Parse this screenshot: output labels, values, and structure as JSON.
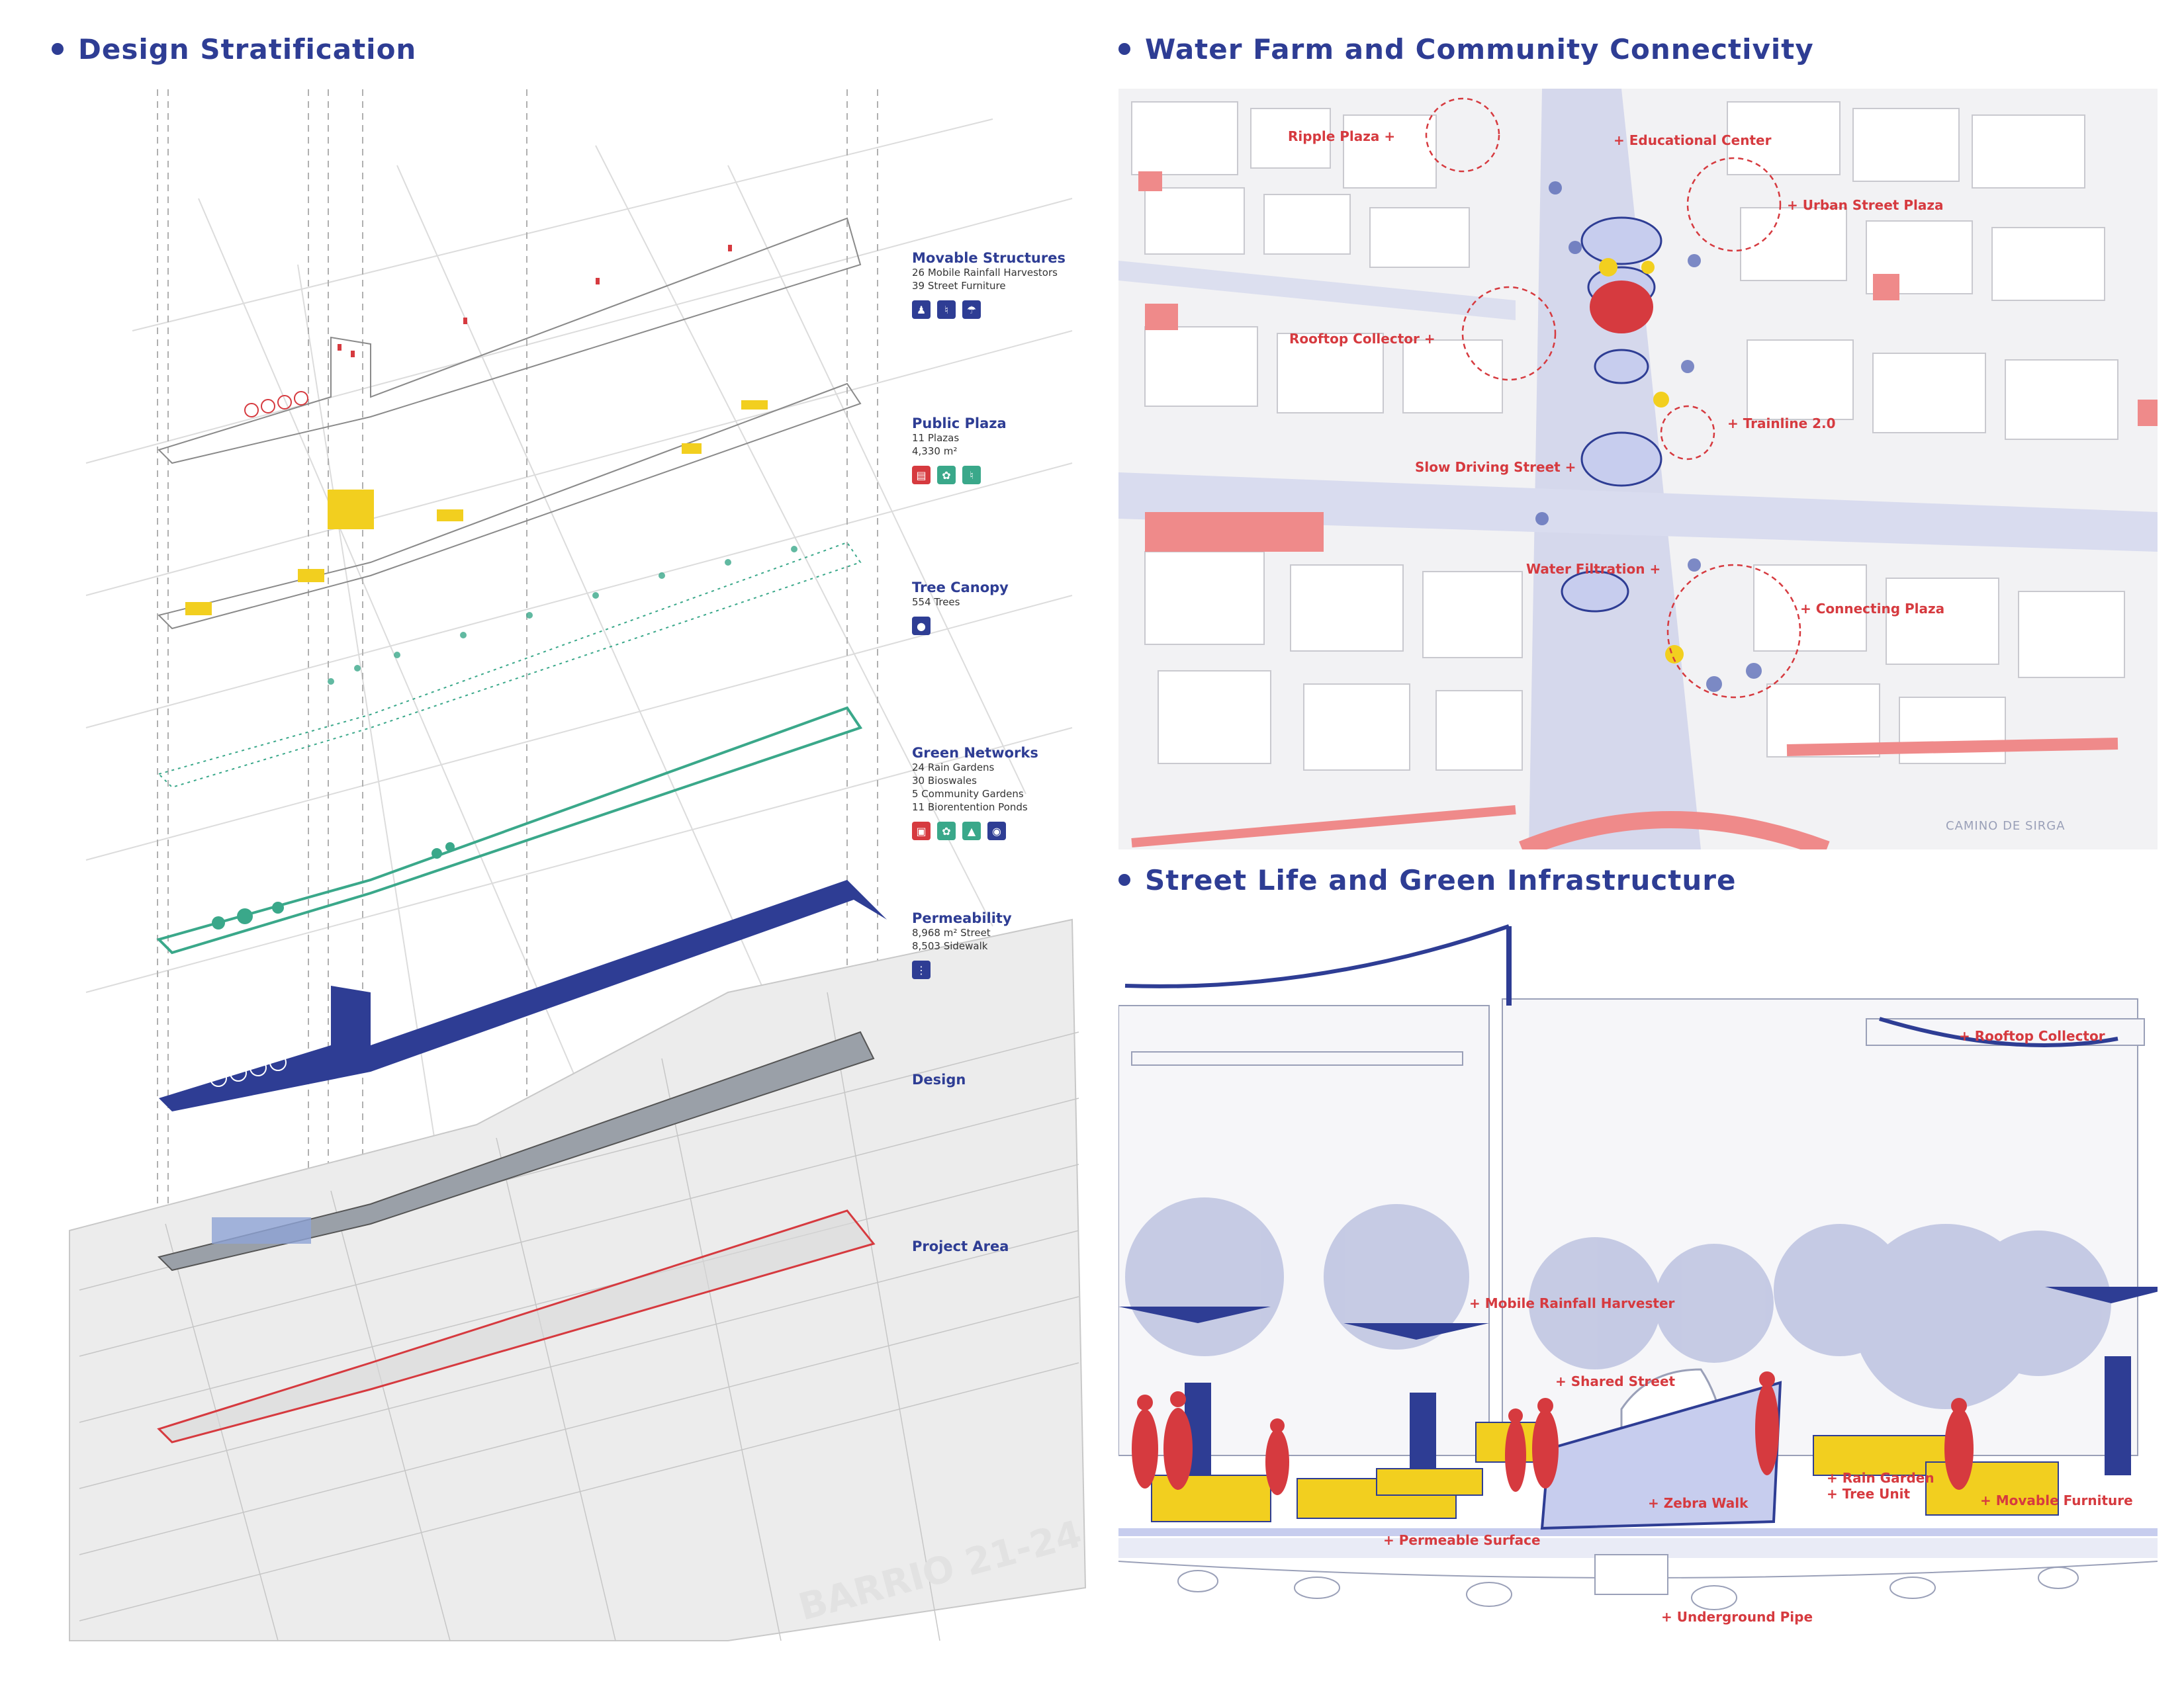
{
  "sections": {
    "left_title": "Design Stratification",
    "top_right_title": "Water Farm and Community Connectivity",
    "bottom_right_title": "Street Life and Green Infrastructure"
  },
  "legend": [
    {
      "title": "Movable Structures",
      "lines": [
        "26 Mobile Rainfall Harvestors",
        "39 Street Furniture"
      ],
      "icon_color": "#2e3d94",
      "icons": [
        "person-seated-icon",
        "bench-icon",
        "harvester-icon"
      ]
    },
    {
      "title": "Public Plaza",
      "lines": [
        "11 Plazas",
        "4,330 m²"
      ],
      "icon_color": "#d63a3f",
      "icons": [
        "stair-icon",
        "garden-icon",
        "bench-icon"
      ]
    },
    {
      "title": "Tree Canopy",
      "lines": [
        "554 Trees"
      ],
      "icon_color": "#2e3d94",
      "icons": [
        "tree-icon"
      ]
    },
    {
      "title": "Green Networks",
      "lines": [
        "24 Rain Gardens",
        "30 Bioswales",
        "5 Community Gardens",
        "11 Biorentention Ponds"
      ],
      "icon_color": "#3aa88a",
      "icons": [
        "rain-garden-icon",
        "bioswale-icon",
        "community-garden-icon",
        "pond-icon"
      ]
    },
    {
      "title": "Permeability",
      "lines": [
        "8,968 m² Street",
        "8,503 Sidewalk"
      ],
      "icon_color": "#2e3d94",
      "icons": [
        "permeable-icon"
      ]
    },
    {
      "title": "Design",
      "lines": [],
      "icons": []
    },
    {
      "title": "Project Area",
      "lines": [],
      "icons": []
    }
  ],
  "map_watermark": "BARRIO 21-24",
  "aerial_labels": {
    "ripple_plaza": "Ripple Plaza +",
    "educational_center": "+ Educational Center",
    "urban_street_plaza": "+ Urban Street Plaza",
    "rooftop_collector": "Rooftop Collector +",
    "trainline": "+ Trainline 2.0",
    "slow_driving_street": "Slow Driving Street +",
    "water_filtration": "Water Filtration +",
    "connecting_plaza": "+ Connecting Plaza",
    "camino": "CAMINO DE SIRGA"
  },
  "section_labels": {
    "rooftop_collector": "+ Rooftop Collector",
    "mobile_rainfall_harvester": "+ Mobile Rainfall Harvester",
    "shared_street": "+ Shared Street",
    "rain_garden": "+ Rain Garden",
    "tree_unit": "+ Tree Unit",
    "movable_furniture": "+ Movable Furniture",
    "zebra_walk": "+ Zebra Walk",
    "permeable_surface": "+ Permeable Surface",
    "underground_pipe": "+ Underground Pipe"
  },
  "colors": {
    "accent_blue": "#2e3d94",
    "accent_red": "#d63a3f",
    "plaza_yellow": "#f2cf1f",
    "green": "#3aa88a"
  }
}
